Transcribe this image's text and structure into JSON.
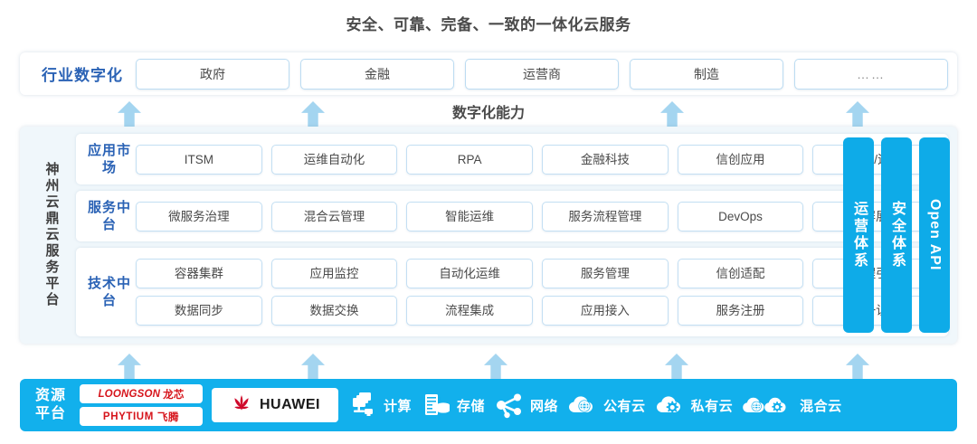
{
  "title": "安全、可靠、完备、一致的一体化云服务",
  "gap_label": "数字化能力",
  "colors": {
    "accent_blue": "#12b0ec",
    "side_bar_blue": "#0eabe8",
    "arrow_blue": "#a4d5f0",
    "label_blue": "#2a62b5",
    "panel_bg": "#f0f7fb",
    "pill_border": "#c3dff3",
    "brand_red": "#d6141b"
  },
  "industry": {
    "label": "行业数字化",
    "items": [
      {
        "label": "政府"
      },
      {
        "label": "金融"
      },
      {
        "label": "运营商"
      },
      {
        "label": "制造"
      },
      {
        "label": "……"
      }
    ]
  },
  "platform": {
    "vertical_label": "神州云鼎云服务平台",
    "rows": [
      {
        "label": "应用市场",
        "lines": [
          [
            "ITSM",
            "运维自动化",
            "RPA",
            "金融科技",
            "信创应用",
            "运维/运营"
          ]
        ]
      },
      {
        "label": "服务中台",
        "lines": [
          [
            "微服务治理",
            "混合云管理",
            "智能运维",
            "服务流程管理",
            "DevOps",
            "大屏展示"
          ]
        ]
      },
      {
        "label": "技术中台",
        "lines": [
          [
            "容器集群",
            "应用监控",
            "自动化运维",
            "服务管理",
            "信创适配",
            "流程引擎"
          ],
          [
            "数据同步",
            "数据交换",
            "流程集成",
            "应用接入",
            "服务注册",
            "统一认证"
          ]
        ]
      }
    ],
    "side_bars": [
      {
        "label": "运营体系",
        "latin": false
      },
      {
        "label": "安全体系",
        "latin": false
      },
      {
        "label": "Open API",
        "latin": true
      }
    ]
  },
  "resource": {
    "label": "资源平台",
    "vendor_chips": [
      {
        "brand": "LOONGSON",
        "cn": "龙芯",
        "italic": true
      },
      {
        "brand": "PHYTIUM",
        "cn": "飞腾",
        "italic": false
      }
    ],
    "huawei": {
      "label": "HUAWEI",
      "icon": "huawei-flower-icon"
    },
    "capabilities": [
      {
        "label": "计算",
        "icon": "compute-servers-icon"
      },
      {
        "label": "存储",
        "icon": "storage-disk-icon"
      },
      {
        "label": "网络",
        "icon": "network-nodes-icon"
      },
      {
        "label": "公有云",
        "icon": "public-cloud-globe-icon"
      },
      {
        "label": "私有云",
        "icon": "private-cloud-gear-icon"
      },
      {
        "label": "混合云",
        "icon": "hybrid-cloud-icon"
      }
    ]
  },
  "arrows": {
    "upper_row": [
      130,
      333,
      730,
      935
    ],
    "lower_row": [
      130,
      333,
      535,
      735,
      935
    ]
  }
}
